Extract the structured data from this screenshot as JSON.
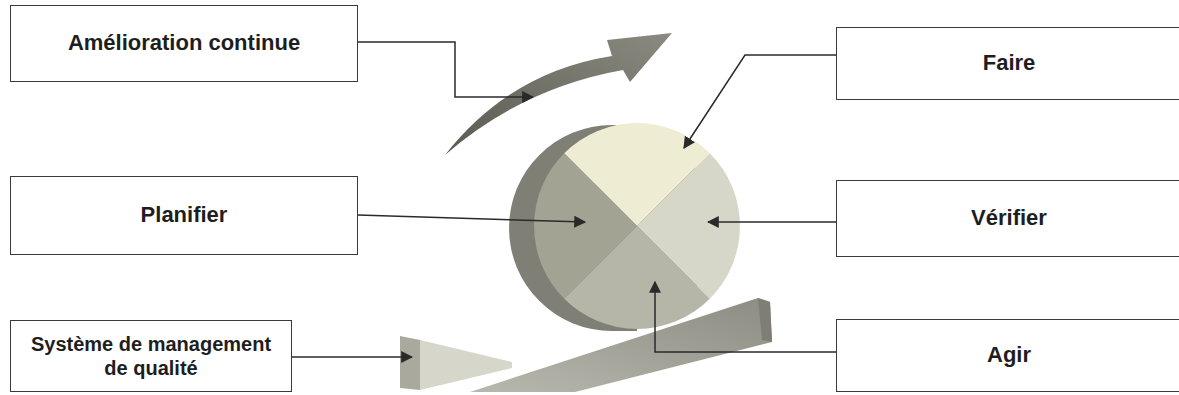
{
  "diagram": {
    "nodes": [
      {
        "text": [
          "Amélioration continue"
        ]
      },
      {
        "text": [
          "Faire"
        ]
      },
      {
        "text": [
          "Planifier"
        ]
      },
      {
        "text": [
          "Vérifier"
        ]
      },
      {
        "text": [
          "Système de management de qualité"
        ]
      },
      {
        "text": [
          "Agir"
        ]
      }
    ]
  }
}
